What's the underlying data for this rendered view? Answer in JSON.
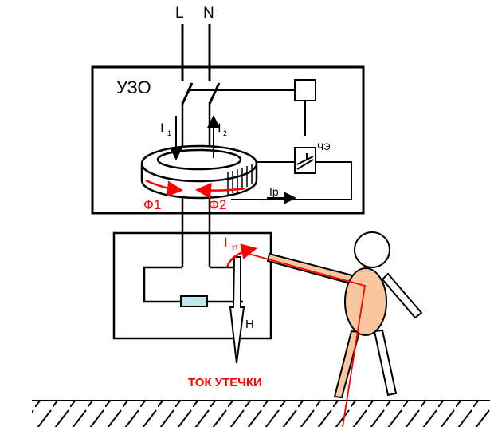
{
  "labels": {
    "line": "L",
    "neutral": "N",
    "rcd": "УЗО",
    "current_1": "I",
    "current_1_sub": "1",
    "current_2": "I",
    "current_2_sub": "2",
    "sensing_element": "ЧЭ",
    "trip_current": "Ip",
    "flux_1": "Ф1",
    "flux_2": "Ф2",
    "leak_current": "I",
    "leak_current_sub": "ут",
    "load": "Н",
    "leak_caption": "ТОК УТЕЧКИ"
  },
  "colors": {
    "accent": "#ff0000",
    "skin": "#f8c7a0",
    "resistor": "#bfe8ee"
  }
}
